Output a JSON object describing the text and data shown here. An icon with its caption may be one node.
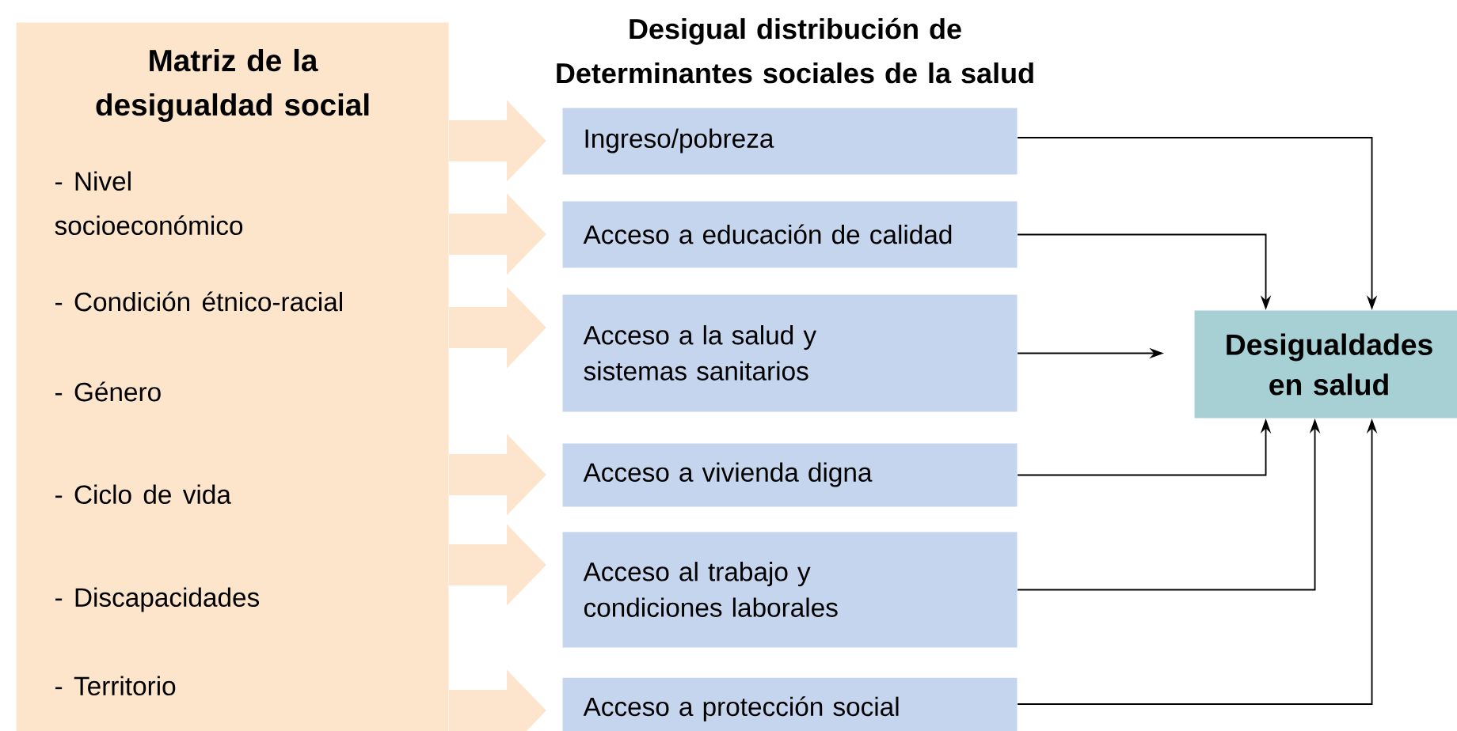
{
  "diagram": {
    "title": "Desigual distribución de Determinantes sociales de la salud",
    "nodes": [
      {
        "text": [
          "Matriz de la desigualdad social",
          "- Nivel socioeconómico",
          "- Condición étnico-racial",
          "- Género",
          "- Ciclo de vida",
          "- Discapacidades",
          "- Territorio"
        ]
      },
      {
        "text": [
          "Ingreso/pobreza"
        ]
      },
      {
        "text": [
          "Acceso a educación de calidad"
        ]
      },
      {
        "text": [
          "Acceso a la salud y sistemas sanitarios"
        ]
      },
      {
        "text": [
          "Acceso a vivienda digna"
        ]
      },
      {
        "text": [
          "Acceso al trabajo y condiciones laborales"
        ]
      },
      {
        "text": [
          "Acceso a protección social"
        ]
      },
      {
        "text": [
          "Desigualdades en salud"
        ]
      }
    ],
    "edges": [
      {
        "from": 0,
        "to": 1,
        "arrow": "to",
        "style": "thick",
        "color": "#fde4cc"
      },
      {
        "from": 0,
        "to": 2,
        "arrow": "to",
        "style": "thick",
        "color": "#fde4cc"
      },
      {
        "from": 0,
        "to": 3,
        "arrow": "to",
        "style": "thick",
        "color": "#fde4cc"
      },
      {
        "from": 0,
        "to": 4,
        "arrow": "to",
        "style": "thick",
        "color": "#fde4cc"
      },
      {
        "from": 0,
        "to": 5,
        "arrow": "to",
        "style": "thick",
        "color": "#fde4cc"
      },
      {
        "from": 0,
        "to": 6,
        "arrow": "to",
        "style": "thick",
        "color": "#fde4cc"
      },
      {
        "from": 1,
        "to": 7,
        "arrow": "to",
        "color": "#000000"
      },
      {
        "from": 2,
        "to": 7,
        "arrow": "to",
        "color": "#000000"
      },
      {
        "from": 3,
        "to": 7,
        "arrow": "to",
        "color": "#000000"
      },
      {
        "from": 4,
        "to": 7,
        "arrow": "to",
        "color": "#000000"
      },
      {
        "from": 5,
        "to": 7,
        "arrow": "to",
        "color": "#000000"
      },
      {
        "from": 6,
        "to": 7,
        "arrow": "to",
        "color": "#000000"
      }
    ]
  }
}
